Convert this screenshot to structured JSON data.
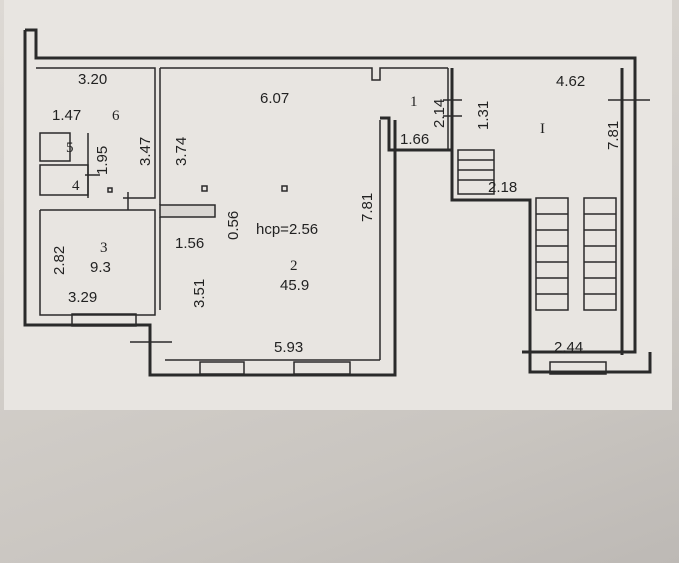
{
  "rooms": {
    "r6_width": "3.20",
    "r6_small": "1.47",
    "r6_num": "6",
    "r6_height": "3.47",
    "r5_num": "5",
    "r5_height": "1.95",
    "r4_num": "4",
    "r3_num": "3",
    "r3_area": "9.3",
    "r3_height": "2.82",
    "r3_width": "3.29",
    "r2_width_top": "6.07",
    "r2_left_top": "3.74",
    "r2_ledge": "1.56",
    "r2_ledge_h": "0.56",
    "r2_ceiling": "hcp=2.56",
    "r2_num": "2",
    "r2_area": "45.9",
    "r2_right": "7.81",
    "r2_left_bottom": "3.51",
    "r2_width_bottom": "5.93",
    "r1_num": "1",
    "r1_h": "2.14",
    "r1_w": "1.66",
    "rI_num": "I",
    "rI_width": "4.62",
    "rI_small_h": "1.31",
    "rI_right": "7.81",
    "rI_stair_w": "2.18",
    "rI_bottom": "2.44"
  }
}
